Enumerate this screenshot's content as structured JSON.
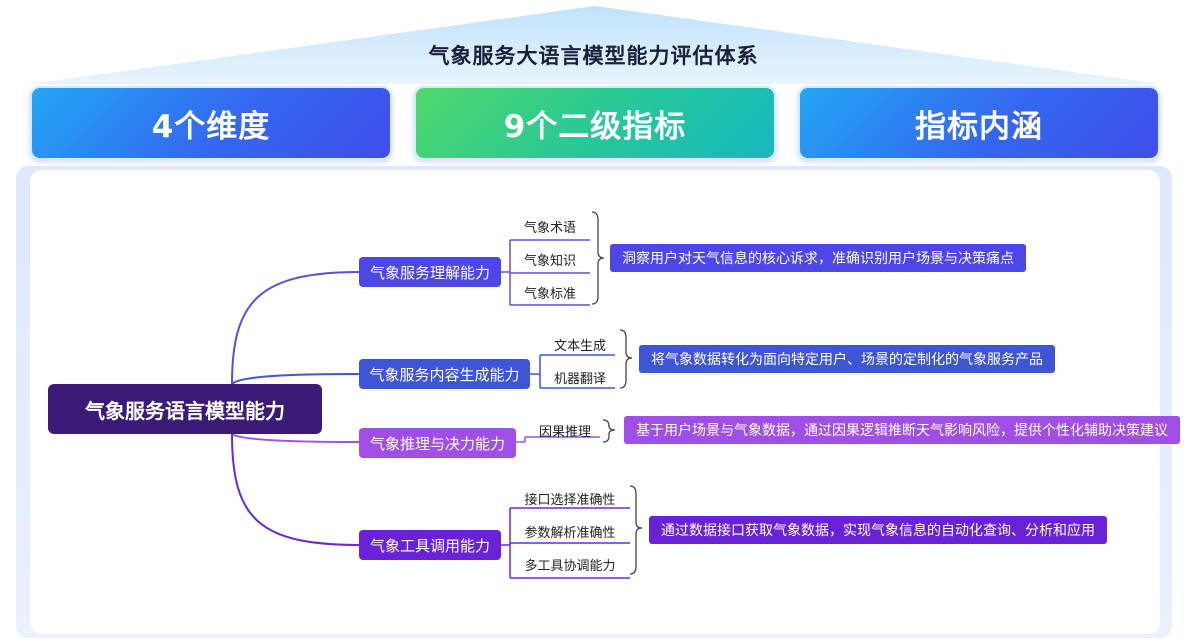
{
  "title": "气象服务大语言模型能力评估体系",
  "headers": [
    "4个维度",
    "9个二级指标",
    "指标内涵"
  ],
  "root": "气象服务语言模型能力",
  "dimensions": [
    {
      "label": "气象服务理解能力",
      "color": "#4d46e8",
      "indicators": [
        "气象术语",
        "气象知识",
        "气象标准"
      ],
      "description": "洞察用户对天气信息的核心诉求，准确识别用户场景与决策痛点"
    },
    {
      "label": "气象服务内容生成能力",
      "color": "#3e55d6",
      "indicators": [
        "文本生成",
        "机器翻译"
      ],
      "description": "将气象数据转化为面向特定用户、场景的定制化的气象服务产品"
    },
    {
      "label": "气象推理与决力能力",
      "color": "#a04fe6",
      "indicators": [
        "因果推理"
      ],
      "description": "基于用户场景与气象数据，通过因果逻辑推断天气影响风险，提供个性化辅助决策建议"
    },
    {
      "label": "气象工具调用能力",
      "color": "#6a22d6",
      "indicators": [
        "接口选择准确性",
        "参数解析准确性",
        "多工具协调能力"
      ],
      "description": "通过数据接口获取气象数据，实现气象信息的自动化查询、分析和应用"
    }
  ]
}
